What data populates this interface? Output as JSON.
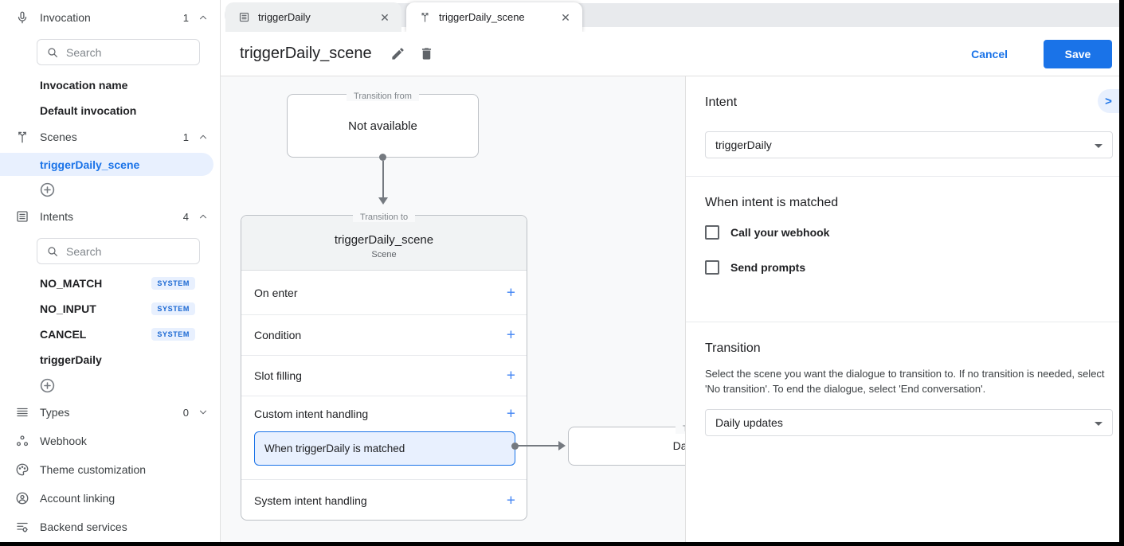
{
  "colors": {
    "accent": "#1a73e8",
    "accent_light": "#e8f0fe",
    "badge_text": "#1967d2",
    "canvas_bg": "#f8f9fa",
    "save_bg": "#1a73e8"
  },
  "sidebar": {
    "invocation": {
      "label": "Invocation",
      "count": "1",
      "search_placeholder": "Search",
      "items": [
        {
          "label": "Invocation name"
        },
        {
          "label": "Default invocation"
        }
      ]
    },
    "scenes": {
      "label": "Scenes",
      "count": "1",
      "items": [
        {
          "label": "triggerDaily_scene",
          "selected": true
        }
      ]
    },
    "intents": {
      "label": "Intents",
      "count": "4",
      "search_placeholder": "Search",
      "items": [
        {
          "label": "NO_MATCH",
          "badge": "SYSTEM"
        },
        {
          "label": "NO_INPUT",
          "badge": "SYSTEM"
        },
        {
          "label": "CANCEL",
          "badge": "SYSTEM"
        },
        {
          "label": "triggerDaily",
          "badge": ""
        }
      ]
    },
    "types": {
      "label": "Types",
      "count": "0"
    },
    "links": [
      {
        "label": "Webhook",
        "icon": "webhook-icon"
      },
      {
        "label": "Theme customization",
        "icon": "palette-icon"
      },
      {
        "label": "Account linking",
        "icon": "account-icon"
      },
      {
        "label": "Backend services",
        "icon": "backend-icon"
      }
    ]
  },
  "tabs": [
    {
      "label": "triggerDaily",
      "icon": "intent-icon",
      "close": "✕"
    },
    {
      "label": "triggerDaily_scene",
      "icon": "scene-icon",
      "close": "✕",
      "active": true
    }
  ],
  "header": {
    "title": "triggerDaily_scene",
    "cancel_label": "Cancel",
    "save_label": "Save"
  },
  "canvas": {
    "transition_from": {
      "legend": "Transition from",
      "text": "Not available"
    },
    "scene_card": {
      "legend": "Transition to",
      "title": "triggerDaily_scene",
      "subtitle": "Scene",
      "rows": [
        {
          "label": "On enter",
          "plus": "+"
        },
        {
          "label": "Condition",
          "plus": "+"
        },
        {
          "label": "Slot filling",
          "plus": "+"
        },
        {
          "label": "Custom intent handling",
          "plus": "+"
        },
        {
          "label": "System intent handling",
          "plus": "+"
        }
      ],
      "matched_label": "When triggerDaily is matched"
    },
    "target_box": {
      "legend": "Transition to",
      "text": "Daily updates"
    }
  },
  "panel": {
    "collapse": ">",
    "intent": {
      "heading": "Intent",
      "value": "triggerDaily"
    },
    "matched": {
      "heading": "When intent is matched",
      "checkboxes": [
        {
          "label": "Call your webhook",
          "checked": false
        },
        {
          "label": "Send prompts",
          "checked": false
        }
      ]
    },
    "transition": {
      "heading": "Transition",
      "description": "Select the scene you want the dialogue to transition to. If no transition is needed, select 'No transition'. To end the dialogue, select 'End conversation'.",
      "value": "Daily updates"
    }
  }
}
